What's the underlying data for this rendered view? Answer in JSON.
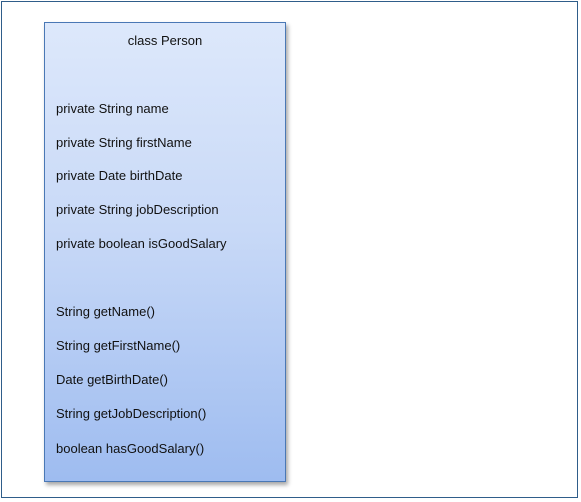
{
  "diagram": {
    "class_name": "class Person",
    "attributes": [
      "private String name",
      "private String firstName",
      "private Date birthDate",
      "private String jobDescription",
      "private boolean isGoodSalary"
    ],
    "methods": [
      "String getName()",
      "String getFirstName()",
      "Date getBirthDate()",
      "String getJobDescription()",
      "boolean hasGoodSalary()"
    ]
  },
  "colors": {
    "border": "#4a78b5",
    "gradient_top": "#dde8fb",
    "gradient_bottom": "#9ebcf0",
    "frame_border": "#2f5d8a"
  }
}
